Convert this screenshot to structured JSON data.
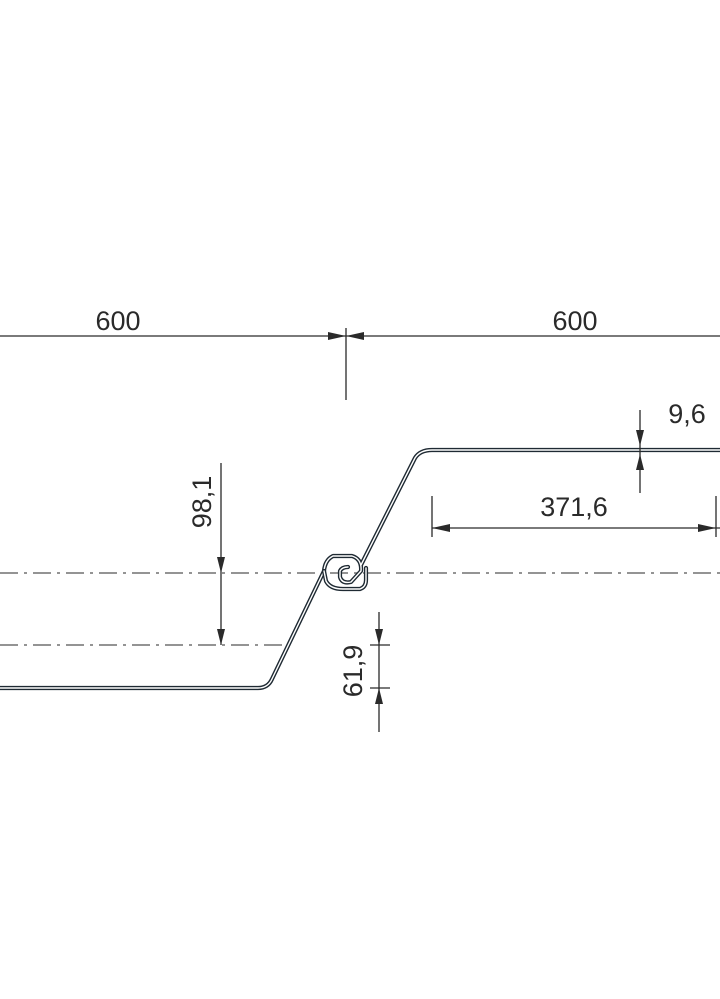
{
  "drawing": {
    "dimensions": {
      "width_left": "600",
      "width_right": "600",
      "flange_thickness": "9,6",
      "flange_width": "371,6",
      "height_upper": "98,1",
      "height_lower": "61,9"
    }
  }
}
